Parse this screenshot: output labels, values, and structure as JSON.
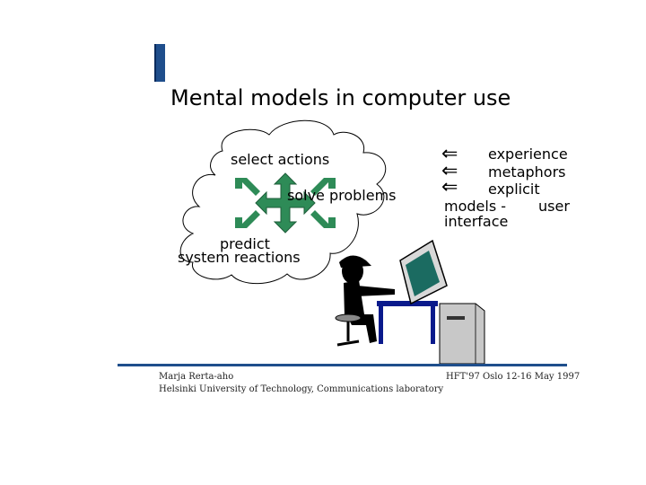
{
  "slide": {
    "title": "Mental models in computer use",
    "cloud_labels": {
      "select": "select actions",
      "solve": "solve problems",
      "predict": "predict",
      "system": "system reactions"
    },
    "sources": {
      "items": [
        "experience",
        "metaphors",
        "explicit"
      ],
      "models_prefix": "models -",
      "models_suffix": "user",
      "models_line2": "interface",
      "arrow_glyph": "⇐"
    }
  },
  "footer": {
    "author": "Marja Rerta-aho",
    "organization": "Helsinki University of Technology, Communications laboratory",
    "conference": "HFT'97 Oslo 12-16 May 1997"
  },
  "colors": {
    "accent": "#1f4e8c",
    "arrows": "#2e8b57",
    "monitor_screen": "#1b6b61",
    "desk": "#0a1a8c"
  }
}
